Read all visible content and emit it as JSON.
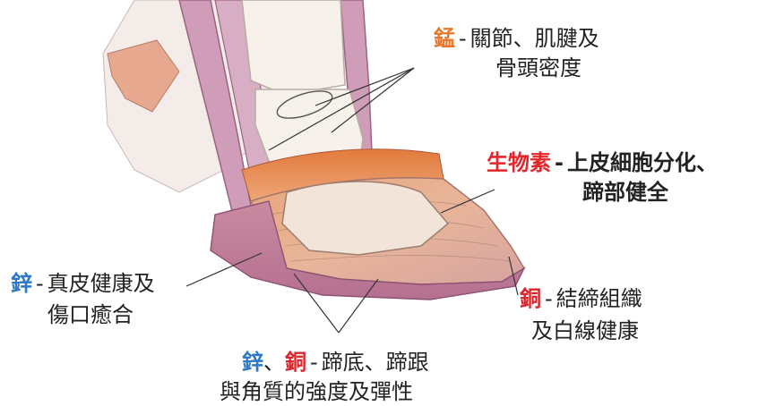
{
  "colors": {
    "manganese": "#e8762b",
    "biotin": "#e3262a",
    "zinc": "#2f79c4",
    "copper": "#d7272c",
    "text": "#222222"
  },
  "labels": {
    "manganese": {
      "mineral": "錳",
      "dash": "-",
      "line1": "關節、肌腱及",
      "line2": "骨頭密度"
    },
    "biotin": {
      "mineral": "生物素",
      "dash": "-",
      "line1": "上皮細胞分化、",
      "line2": "蹄部健全"
    },
    "zinc": {
      "mineral": "鋅",
      "dash": "-",
      "line1": "真皮健康及",
      "line2": "傷口癒合"
    },
    "copper": {
      "mineral": "銅",
      "dash": "-",
      "line1": "結締組織",
      "line2": "及白線健康"
    },
    "zinc_copper": {
      "mineral1": "鋅",
      "sep": "、",
      "mineral2": "銅",
      "dash": "-",
      "line1": "蹄底、蹄跟",
      "line2": "與角質的強度及彈性"
    }
  }
}
